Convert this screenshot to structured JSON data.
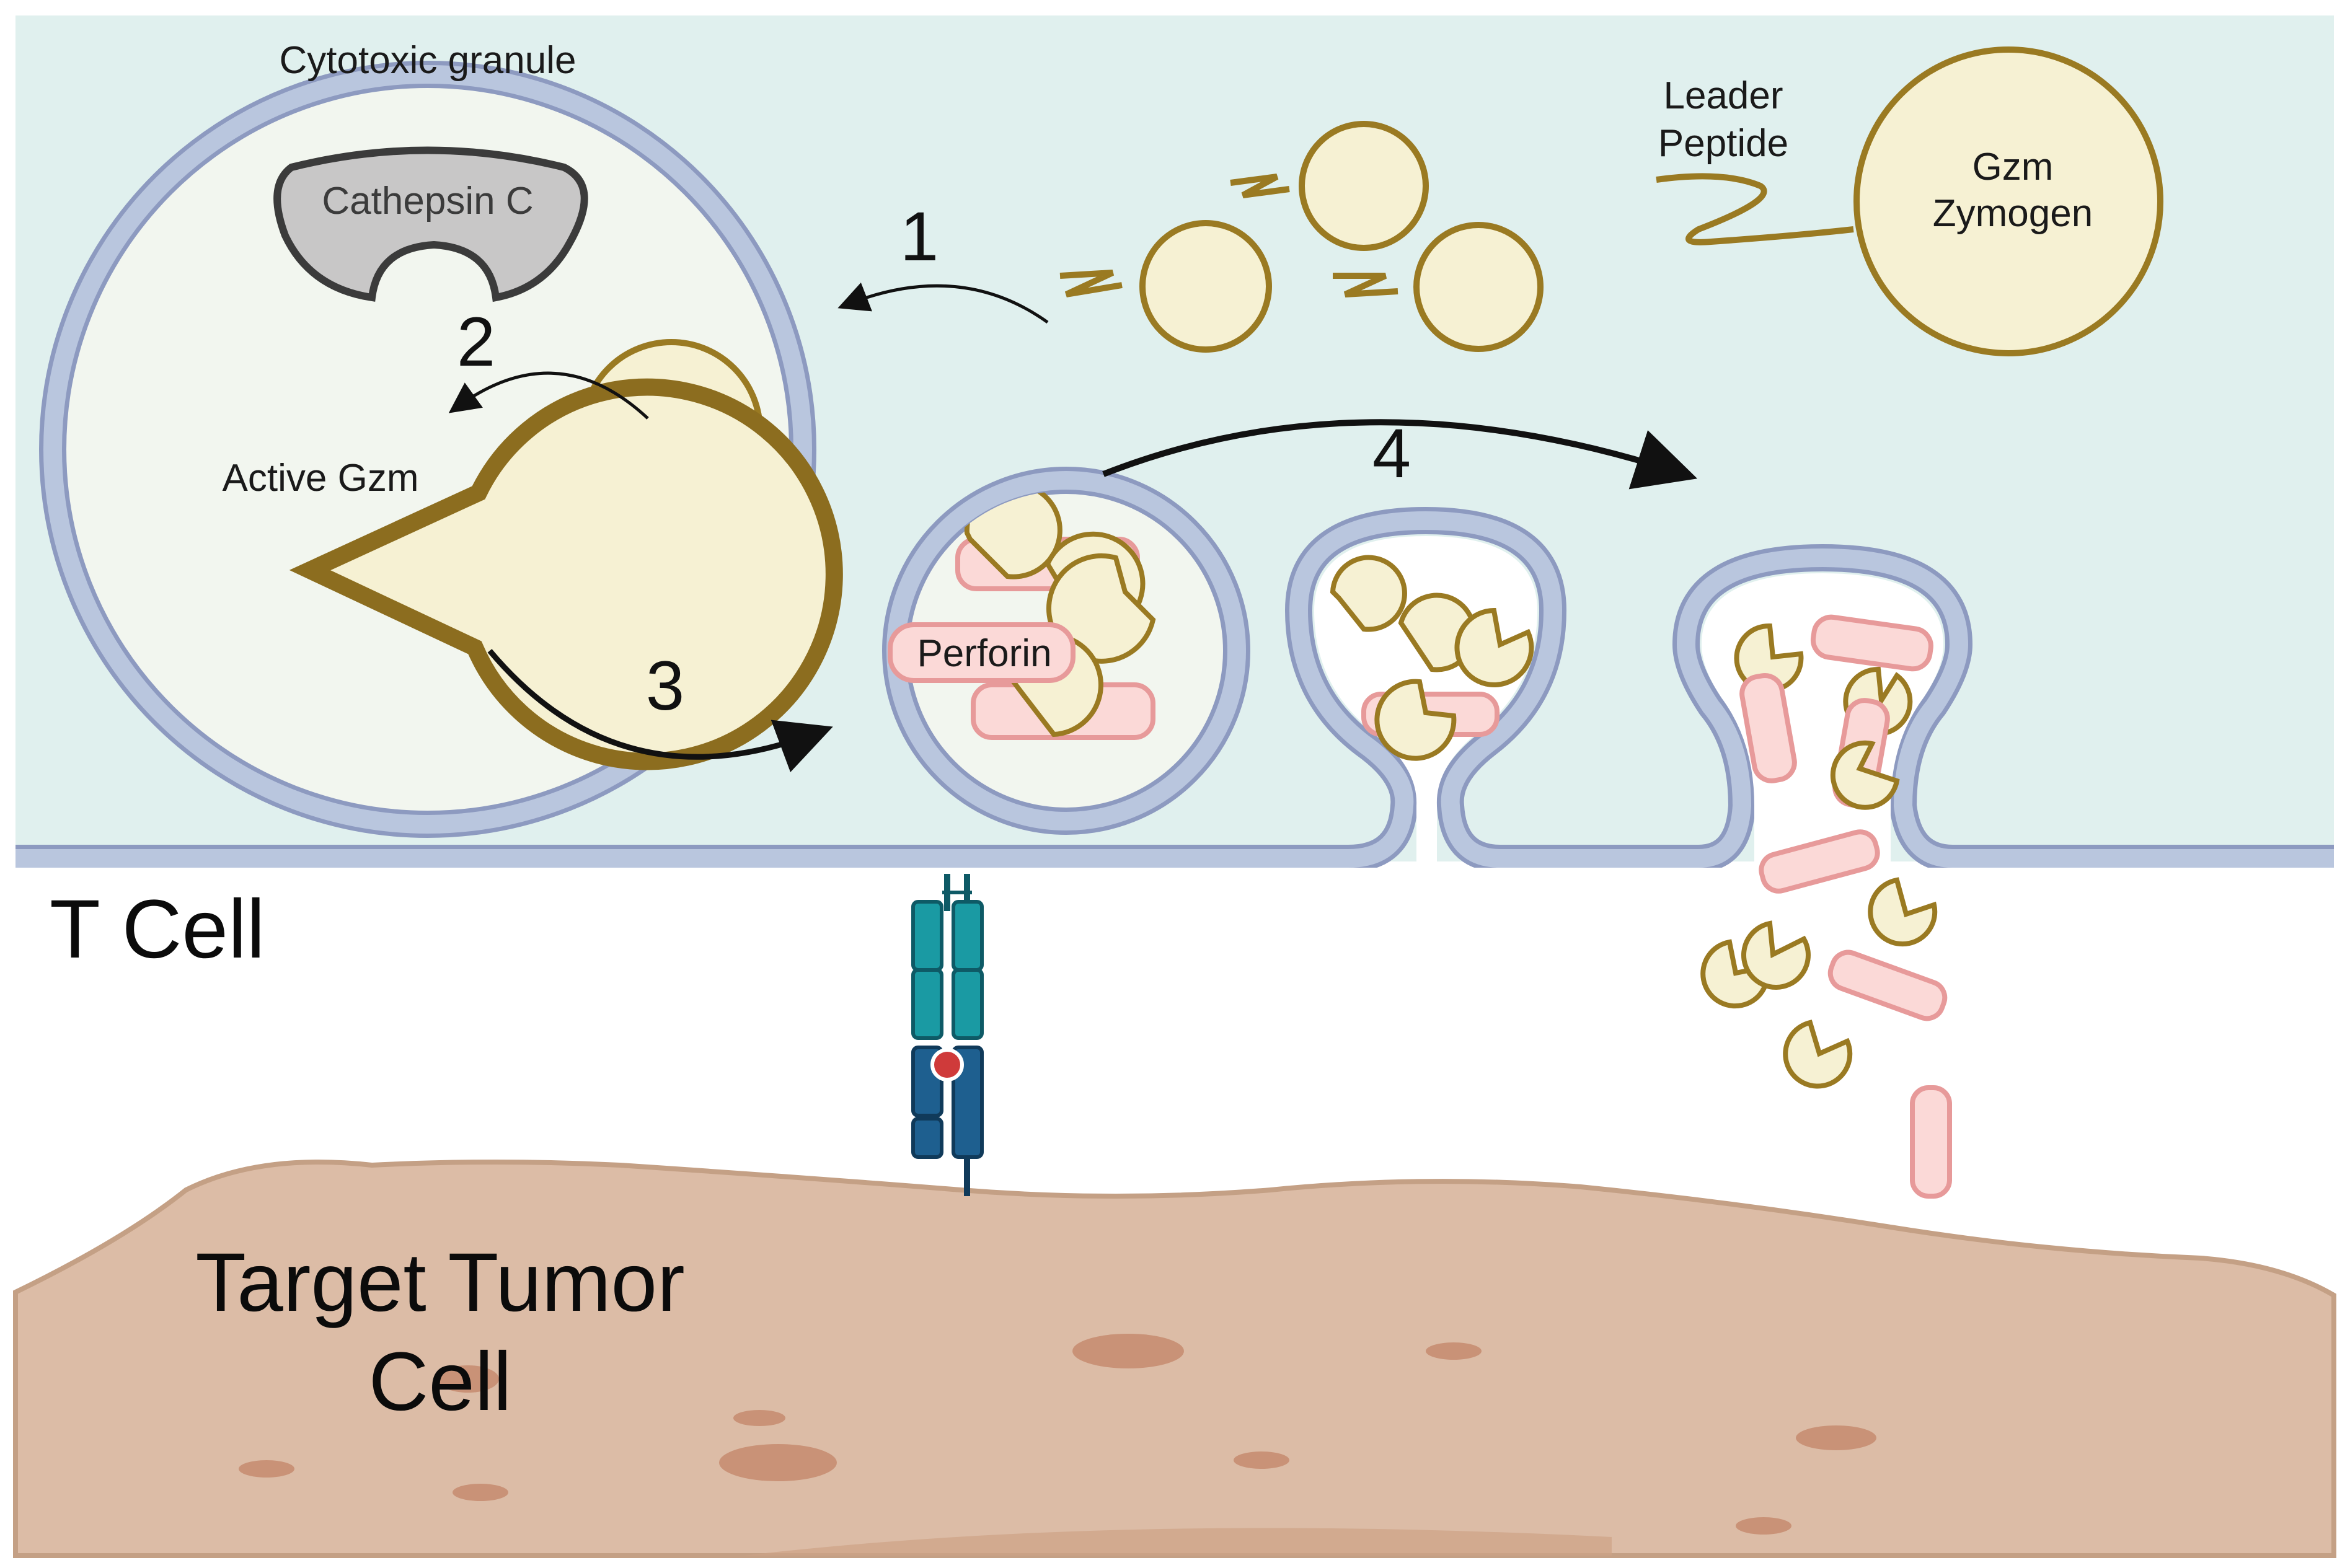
{
  "labels": {
    "cytotoxic_granule": "Cytotoxic granule",
    "cathepsin_c": "Cathepsin C",
    "active_gzm": "Active Gzm",
    "leader_peptide_line1": "Leader",
    "leader_peptide_line2": "Peptide",
    "gzm_zymogen_line1": "Gzm",
    "gzm_zymogen_line2": "Zymogen",
    "perforin": "Perforin",
    "t_cell": "T Cell",
    "target_line1": "Target Tumor",
    "target_line2": "Cell"
  },
  "steps": {
    "step1": "1",
    "step2": "2",
    "step3": "3",
    "step4": "4"
  },
  "colors": {
    "t_cell_cytoplasm": "#e0f0ee",
    "membrane": "#b9c6de",
    "membrane_outline": "#8d9ac0",
    "granule_interior": "#f2f6ef",
    "zymogen_fill": "#f6f1d3",
    "zymogen_stroke": "#9a7a22",
    "active_gzm_stroke": "#8c6d1f",
    "cathepsin_fill": "#c8c7c7",
    "perforin_fill": "#fbd9d7",
    "perforin_stroke": "#e79a9a",
    "tumor_fill": "#dcbca6",
    "tumor_spot": "#c99277",
    "receptor_teal": "#1a9aa3",
    "receptor_blue": "#1e5f8f",
    "antigen_red": "#cf3a3a"
  }
}
